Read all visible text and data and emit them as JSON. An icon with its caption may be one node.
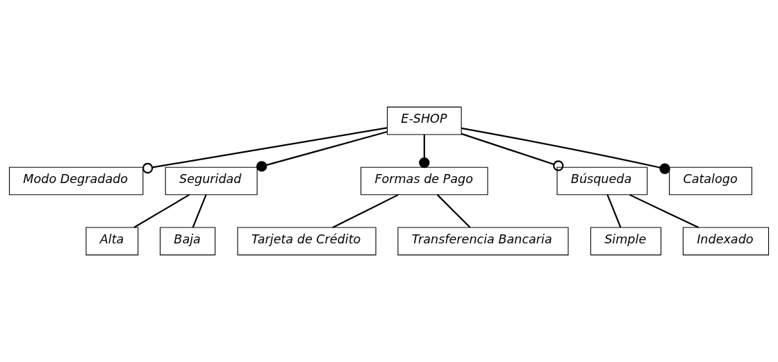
{
  "diagram": {
    "nodes": [
      {
        "text": [
          "E-SHOP"
        ]
      },
      {
        "text": [
          "Modo Degradado"
        ]
      },
      {
        "text": [
          "Seguridad"
        ]
      },
      {
        "text": [
          "Formas de Pago"
        ]
      },
      {
        "text": [
          "Búsqueda"
        ]
      },
      {
        "text": [
          "Catalogo"
        ]
      },
      {
        "text": [
          "Alta"
        ]
      },
      {
        "text": [
          "Baja"
        ]
      },
      {
        "text": [
          "Tarjeta de Crédito"
        ]
      },
      {
        "text": [
          "Transferencia Bancaria"
        ]
      },
      {
        "text": [
          "Simple"
        ]
      },
      {
        "text": [
          "Indexado"
        ]
      }
    ],
    "edges": [
      {
        "from": 0,
        "to": 1,
        "arrow": "other"
      },
      {
        "from": 0,
        "to": 2,
        "arrow": "other"
      },
      {
        "from": 0,
        "to": 3,
        "arrow": "other"
      },
      {
        "from": 0,
        "to": 4,
        "arrow": "other"
      },
      {
        "from": 0,
        "to": 5,
        "arrow": "other"
      },
      {
        "from": 2,
        "to": 6,
        "arrow": "none"
      },
      {
        "from": 2,
        "to": 7,
        "arrow": "none"
      },
      {
        "from": 3,
        "to": 8,
        "arrow": "none"
      },
      {
        "from": 3,
        "to": 9,
        "arrow": "none"
      },
      {
        "from": 4,
        "to": 10,
        "arrow": "none"
      },
      {
        "from": 4,
        "to": 11,
        "arrow": "none"
      }
    ]
  }
}
